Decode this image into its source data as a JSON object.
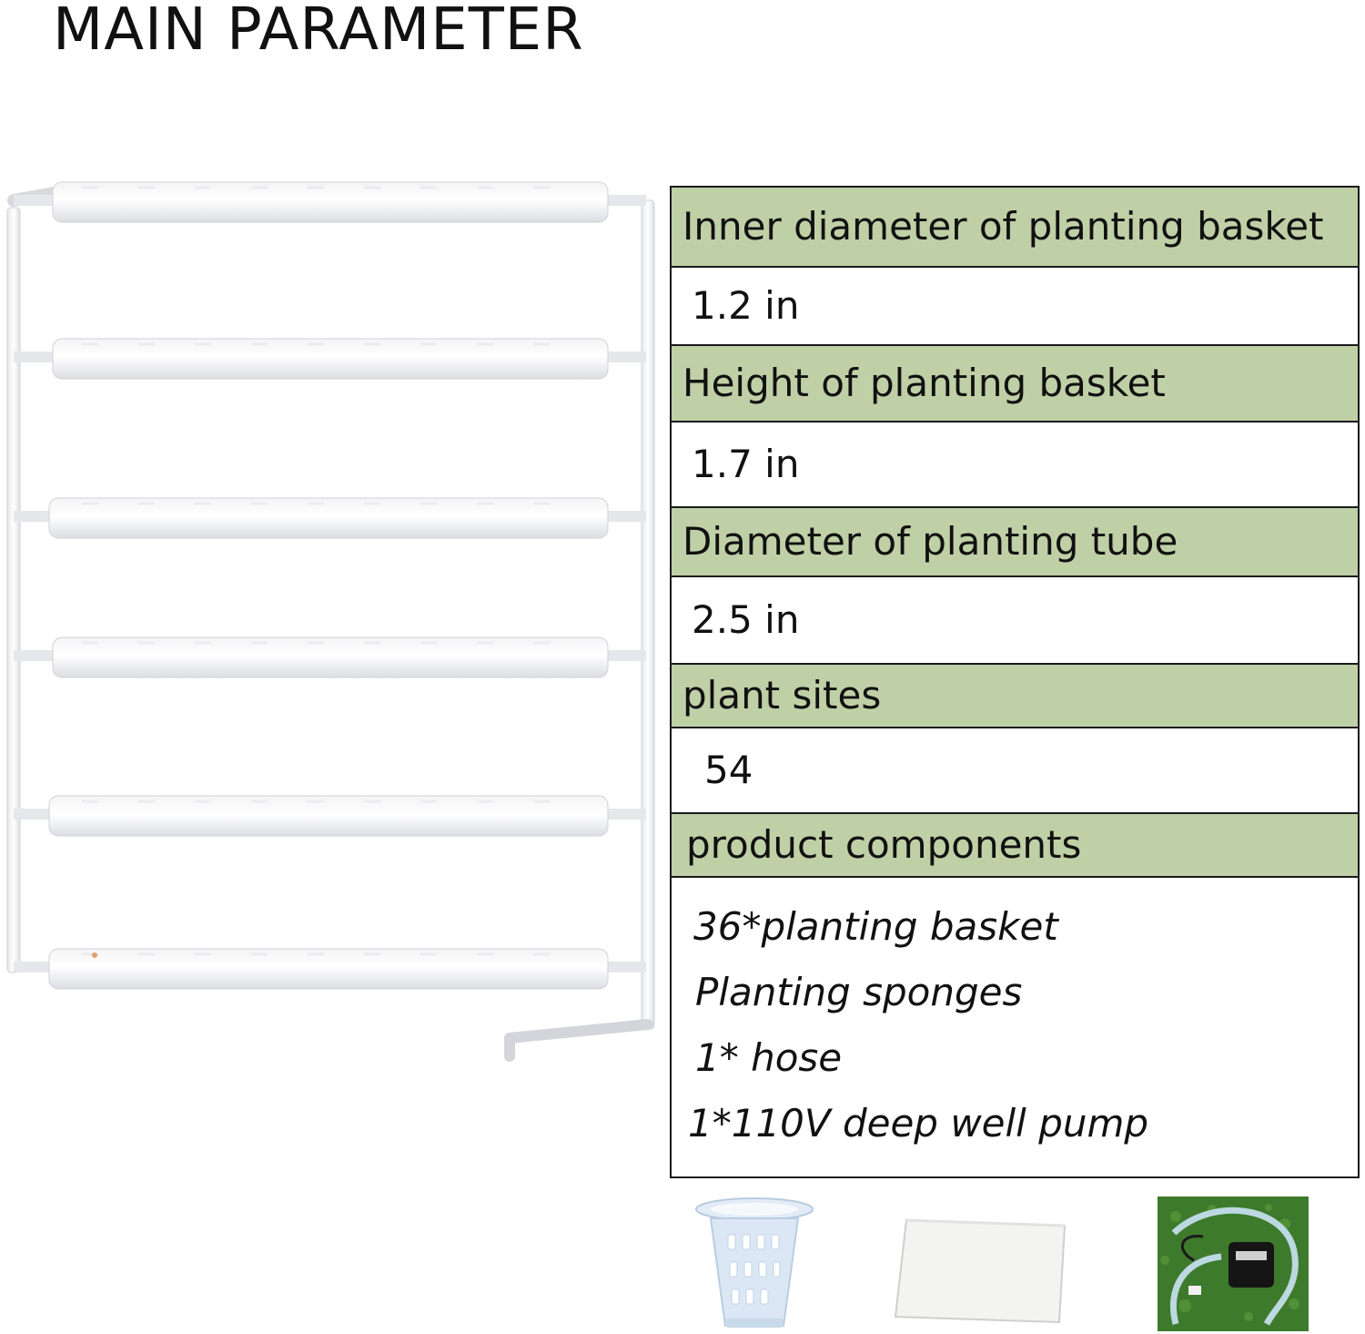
{
  "header": {
    "title": "MAIN PARAMETER"
  },
  "product_image": {
    "subject": "hydroponic-rack",
    "tube_rows": 6
  },
  "specs": [
    {
      "label": "Inner diameter of planting basket",
      "value": "1.2 in"
    },
    {
      "label": "Height of planting basket",
      "value": "1.7 in"
    },
    {
      "label": "Diameter of planting tube",
      "value": "2.5 in"
    },
    {
      "label": "plant sites",
      "value": "54"
    }
  ],
  "components": {
    "label": "product components",
    "items": [
      "36*planting basket",
      "Planting sponges",
      "1* hose",
      "1*110V deep well pump"
    ]
  },
  "accessory_photos": [
    "planting-basket",
    "planting-sponge",
    "hose-and-pump"
  ],
  "colors": {
    "header_fill": "#bfd0a6",
    "border": "#1a1a1a",
    "grass": "#3e7a2c"
  }
}
